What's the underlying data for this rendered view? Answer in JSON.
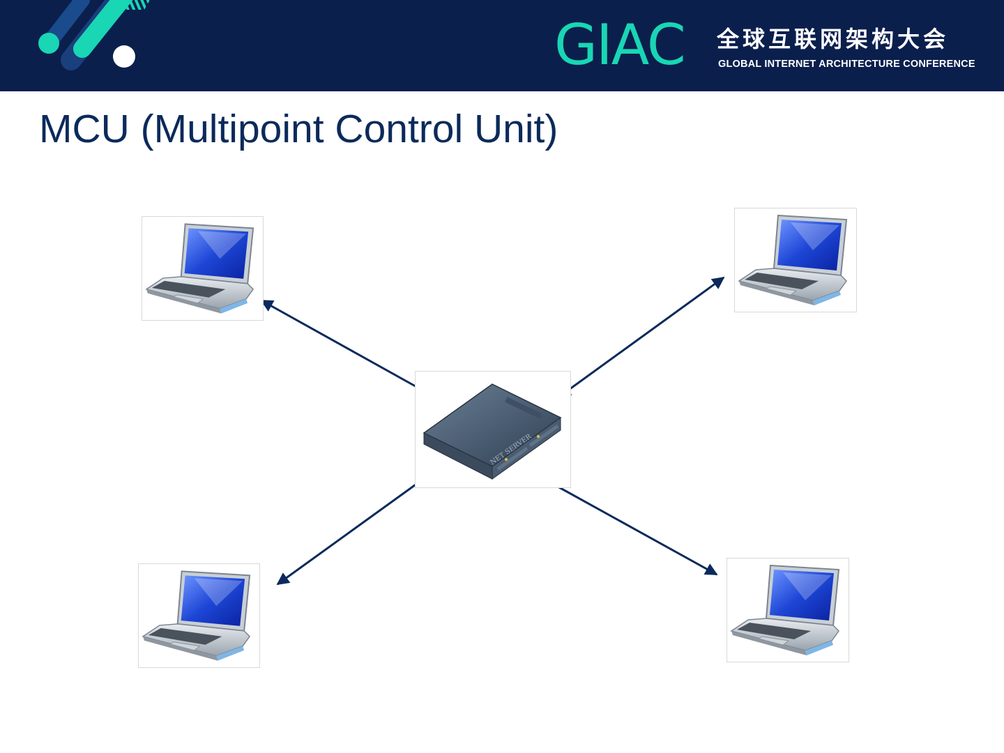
{
  "header": {
    "brand": "GIAC",
    "cn_title": "全球互联网架构大会",
    "en_title": "GLOBAL INTERNET ARCHITECTURE CONFERENCE",
    "background_color": "#0b1f4d",
    "accent_color": "#19d6b4"
  },
  "slide": {
    "title": "MCU (Multipoint Control Unit)",
    "title_color": "#0b2a5b"
  },
  "diagram": {
    "center_node": {
      "icon": "server-icon",
      "label": "NET SERVER"
    },
    "client_nodes": [
      {
        "icon": "laptop-icon"
      },
      {
        "icon": "laptop-icon"
      },
      {
        "icon": "laptop-icon"
      },
      {
        "icon": "laptop-icon"
      }
    ],
    "edges": [
      {
        "from": "client-1",
        "to": "mcu",
        "direction": "bidirectional"
      },
      {
        "from": "client-2",
        "to": "mcu",
        "direction": "bidirectional"
      },
      {
        "from": "client-3",
        "to": "mcu",
        "direction": "bidirectional"
      },
      {
        "from": "client-4",
        "to": "mcu",
        "direction": "bidirectional"
      }
    ],
    "arrow_color": "#0b2a5b"
  }
}
